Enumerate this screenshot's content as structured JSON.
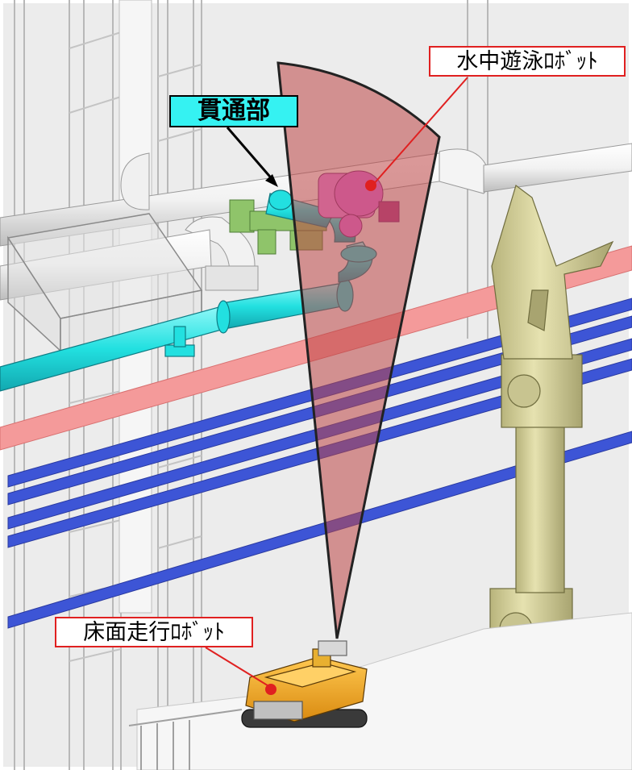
{
  "labels": {
    "penetration": "貫通部",
    "underwater_robot": "水中遊泳ﾛﾎﾞｯﾄ",
    "floor_robot": "床面走行ﾛﾎﾞｯﾄ"
  },
  "colors": {
    "penetration_label_bg": "#35f2f2",
    "callout_border": "#e02020",
    "leader_line": "#e02020",
    "cyan_pipe": "#22e0e0",
    "blue_pipe": "#3550d0",
    "pink_pipe": "#f08a8a",
    "view_cone": "#c05050",
    "robot_body": "#f0a020",
    "swim_robot": "#e070e0",
    "column": "#d6d29a"
  }
}
